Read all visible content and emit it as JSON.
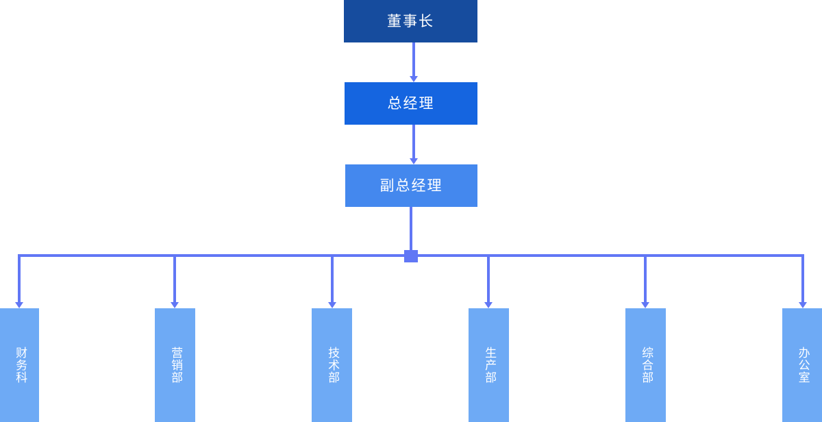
{
  "chart_data": {
    "type": "diagram",
    "title": "",
    "diagram_kind": "organizational-chart",
    "orientation": "top-down",
    "levels": [
      {
        "level": 1,
        "nodes": [
          "董事长"
        ]
      },
      {
        "level": 2,
        "nodes": [
          "总经理"
        ]
      },
      {
        "level": 3,
        "nodes": [
          "副总经理"
        ]
      },
      {
        "level": 4,
        "nodes": [
          "财务科",
          "营销部",
          "技术部",
          "生产部",
          "综合部",
          "办公室"
        ]
      }
    ],
    "edges": [
      {
        "from": "董事长",
        "to": "总经理"
      },
      {
        "from": "总经理",
        "to": "副总经理"
      },
      {
        "from": "副总经理",
        "to": "财务科"
      },
      {
        "from": "副总经理",
        "to": "营销部"
      },
      {
        "from": "副总经理",
        "to": "技术部"
      },
      {
        "from": "副总经理",
        "to": "生产部"
      },
      {
        "from": "副总经理",
        "to": "综合部"
      },
      {
        "from": "副总经理",
        "to": "办公室"
      }
    ]
  },
  "colors": {
    "level1_box": "#164C9E",
    "level2_box": "#1565E0",
    "level3_box": "#4488EE",
    "department_box": "#6EAAF5",
    "connector": "#6177F5",
    "node_text": "#FFFFFF",
    "background": "#FFFFFF"
  },
  "hierarchy": {
    "chairman": {
      "label": "董事长"
    },
    "general_manager": {
      "label": "总经理"
    },
    "deputy_general_manager": {
      "label": "副总经理"
    }
  },
  "departments": [
    {
      "label": "财务科"
    },
    {
      "label": "营销部"
    },
    {
      "label": "技术部"
    },
    {
      "label": "生产部"
    },
    {
      "label": "综合部"
    },
    {
      "label": "办公室"
    }
  ]
}
